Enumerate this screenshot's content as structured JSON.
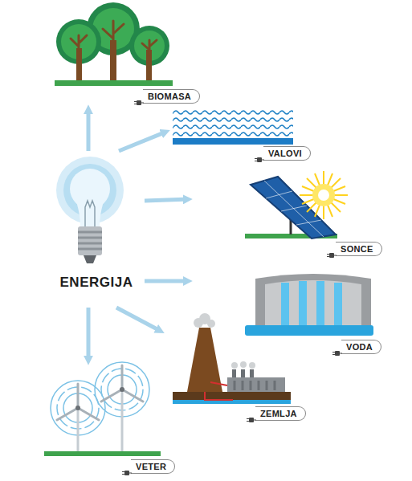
{
  "diagram": {
    "nodes": [
      {
        "text": [
          "BIOMASA"
        ]
      },
      {
        "text": [
          "VALOVI"
        ]
      },
      {
        "text": [
          "SONCE"
        ]
      },
      {
        "text": [
          "ENERGIJA"
        ]
      },
      {
        "text": [
          "VODA"
        ]
      },
      {
        "text": [
          "ZEMLJA"
        ]
      },
      {
        "text": [
          "VETER"
        ]
      }
    ],
    "edges": [
      {
        "from": 3,
        "to": 0,
        "arrow": "to"
      },
      {
        "from": 3,
        "to": 1,
        "arrow": "to"
      },
      {
        "from": 3,
        "to": 2,
        "arrow": "to"
      },
      {
        "from": 3,
        "to": 4,
        "arrow": "to"
      },
      {
        "from": 3,
        "to": 5,
        "arrow": "to"
      },
      {
        "from": 3,
        "to": 6,
        "arrow": "to"
      }
    ]
  }
}
